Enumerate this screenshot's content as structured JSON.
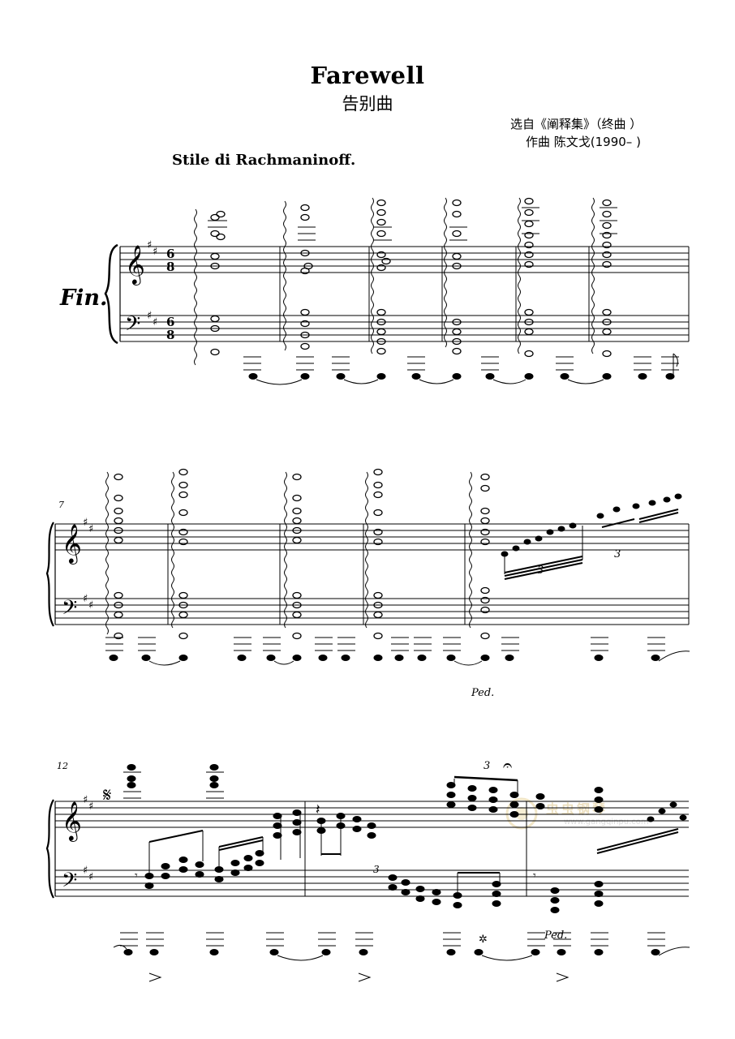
{
  "header": {
    "title": "Farewell",
    "subtitle": "告别曲",
    "source": "选自《阐释集》（终曲 ）",
    "composer": "作曲  陈文戈(1990– )",
    "tempo": "Stile di Rachmaninoff."
  },
  "instrument": "Fin.",
  "time_signature": {
    "numerator": "6",
    "denominator": "8"
  },
  "measure_numbers": [
    "7",
    "12"
  ],
  "pedal_marks": [
    "Ped.",
    "Ped."
  ],
  "tuplet_labels": [
    "3",
    "3",
    "3",
    "3"
  ],
  "watermark": {
    "text": "虫虫钢琴",
    "url": "www.gangqinpu.com"
  }
}
